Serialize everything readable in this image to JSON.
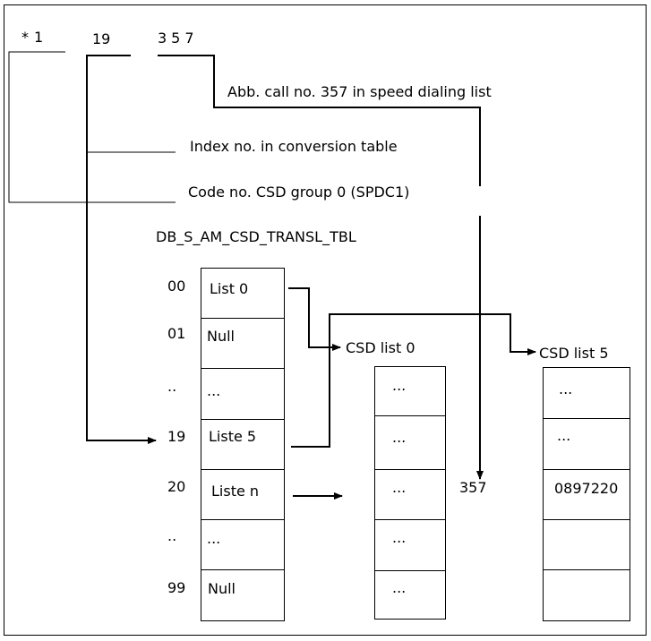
{
  "header": {
    "prefix": "*1",
    "index": "19",
    "abbreviated": "357"
  },
  "annotations": {
    "abb_call": "Abb. call no. 357 in speed dialing list",
    "index_no": "Index no. in conversion table",
    "code_no": "Code no. CSD group 0 (SPDC1)"
  },
  "table": {
    "title": "DB_S_AM_CSD_TRANSL_TBL",
    "rows": [
      {
        "index": "00",
        "value": "List 0"
      },
      {
        "index": "01",
        "value": "Null"
      },
      {
        "index": "..",
        "value": "..."
      },
      {
        "index": "19",
        "value": "Liste 5"
      },
      {
        "index": "20",
        "value": "Liste n"
      },
      {
        "index": "..",
        "value": "..."
      },
      {
        "index": "99",
        "value": "Null"
      }
    ]
  },
  "csd_list_0": {
    "title": "CSD list 0",
    "cells": [
      "...",
      "...",
      "...",
      "...",
      "..."
    ]
  },
  "csd_list_5": {
    "title": "CSD list 5",
    "cells": [
      "...",
      "...",
      "0897220",
      "",
      ""
    ]
  },
  "pointer_value": "357"
}
